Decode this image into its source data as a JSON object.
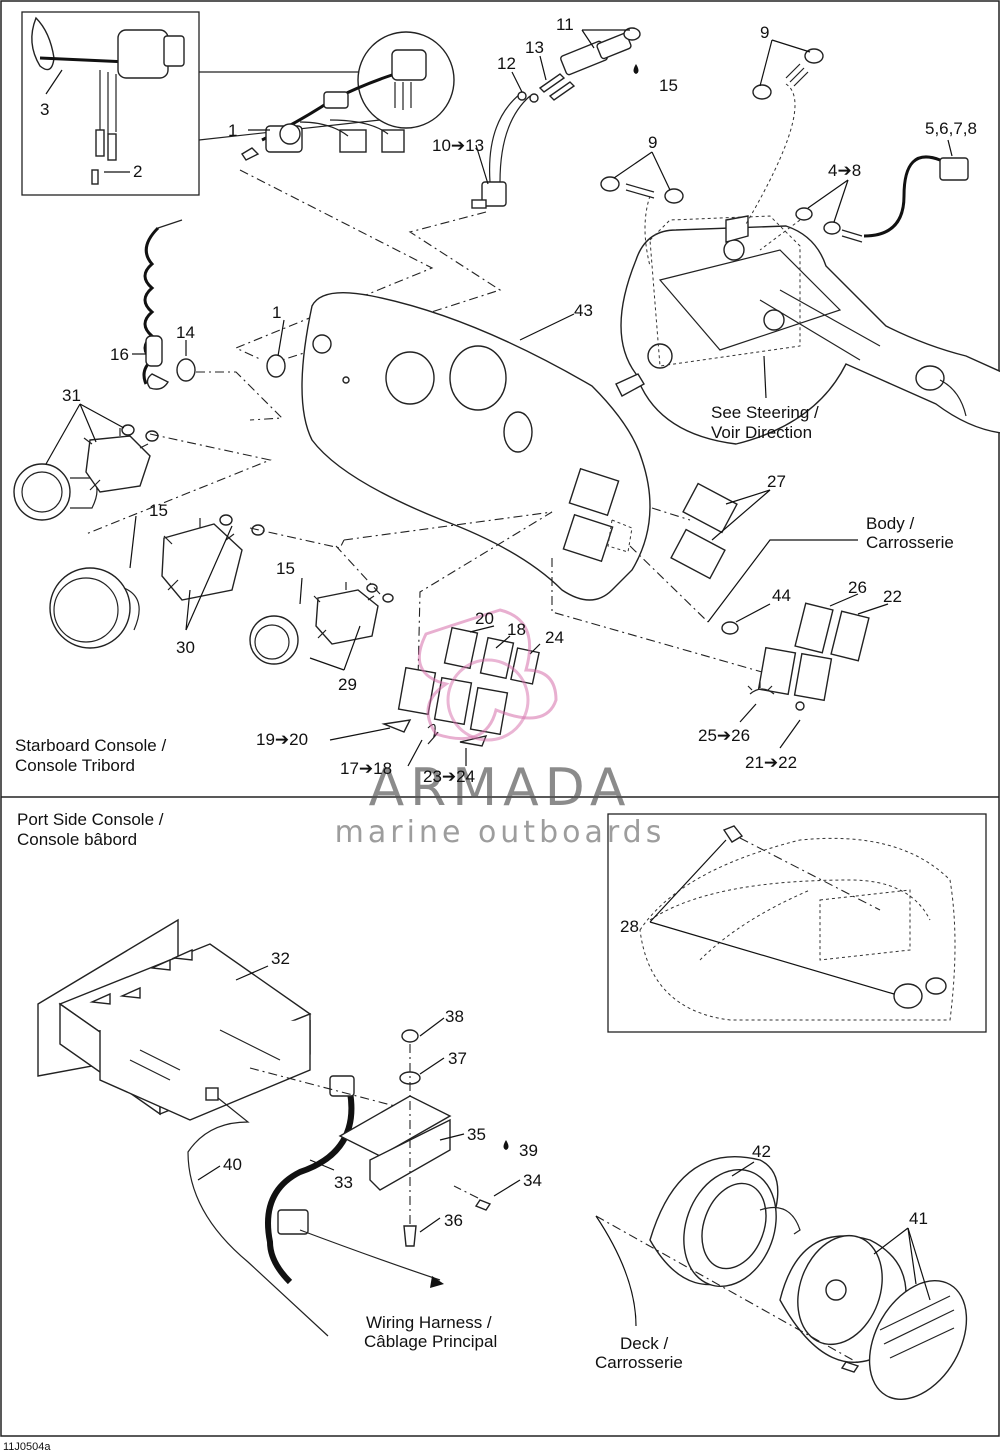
{
  "sections": {
    "starboard_title": "Starboard Console /",
    "starboard_title_fr": "Console Tribord",
    "port_title": "Port Side Console /",
    "port_title_fr": "Console bâbord"
  },
  "references": {
    "steering_en": "See  Steering /",
    "steering_fr": "Voir Direction",
    "body_en": "Body /",
    "body_fr": "Carrosserie",
    "wiring_en": "Wiring Harness /",
    "wiring_fr": "Câblage Principal",
    "deck_en": "Deck /",
    "deck_fr": "Carrosserie"
  },
  "callouts": {
    "c1a": "1",
    "c1b": "1",
    "c2": "2",
    "c3": "3",
    "c5678": "5,6,7,8",
    "c48": "4➔8",
    "c9a": "9",
    "c9b": "9",
    "c1013": "10➔13",
    "c11": "11",
    "c12": "12",
    "c13": "13",
    "c14": "14",
    "c15a": "15",
    "c15b": "15",
    "c15c": "15",
    "c16": "16",
    "c1718": "17➔18",
    "c18": "18",
    "c1920": "19➔20",
    "c20": "20",
    "c2122": "21➔22",
    "c22": "22",
    "c2324": "23➔24",
    "c24": "24",
    "c2526": "25➔26",
    "c26": "26",
    "c27": "27",
    "c28": "28",
    "c29": "29",
    "c30": "30",
    "c31": "31",
    "c32": "32",
    "c33": "33",
    "c34": "34",
    "c35": "35",
    "c36": "36",
    "c37": "37",
    "c38": "38",
    "c39": "39",
    "c40": "40",
    "c41": "41",
    "c42": "42",
    "c43": "43",
    "c44": "44"
  },
  "watermark": {
    "brand": "ARMADA",
    "tagline": "marine outboards"
  },
  "figure_code": "11J0504a"
}
